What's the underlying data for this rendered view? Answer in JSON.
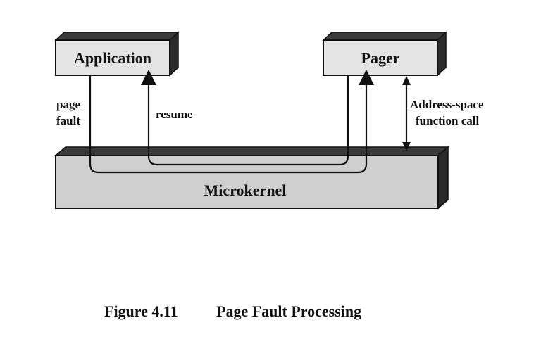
{
  "diagram": {
    "nodes": {
      "application": "Application",
      "pager": "Pager",
      "microkernel": "Microkernel"
    },
    "edges": {
      "page_fault_line1": "page",
      "page_fault_line2": "fault",
      "resume": "resume",
      "address_space_line1": "Address-space",
      "address_space_line2": "function call"
    },
    "colors": {
      "box_fill": "#e4e4e4",
      "kernel_fill": "#cfcfcf",
      "box_top": "#3a3a3a",
      "box_side": "#2a2a2a",
      "stroke": "#111111"
    }
  },
  "caption": {
    "figure_number": "Figure 4.11",
    "title": "Page Fault Processing"
  }
}
